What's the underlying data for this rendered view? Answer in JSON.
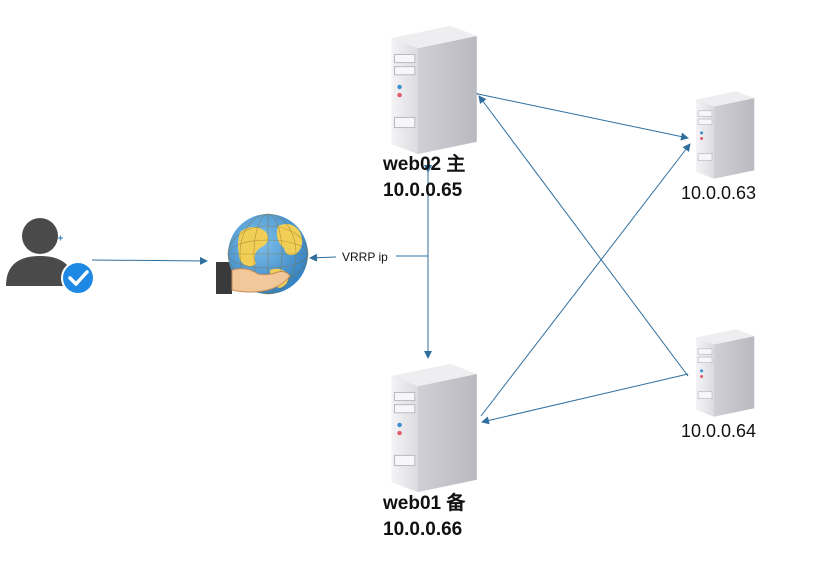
{
  "nodes": {
    "web02": {
      "name": "web02 主",
      "ip": "10.0.0.65"
    },
    "web01": {
      "name": "web01 备",
      "ip": "10.0.0.66"
    },
    "db63": {
      "ip": "10.0.0.63"
    },
    "db64": {
      "ip": "10.0.0.64"
    }
  },
  "edges": {
    "vip_label": "VRRP ip"
  },
  "icons": {
    "user": "user-verified-icon",
    "vip": "globe-in-hand-icon",
    "server": "server-tower-icon"
  },
  "colors": {
    "edge": "#2f6f9f",
    "server_body": "#e7e7ea",
    "server_side": "#c9c9cf",
    "user": "#4a4a4a",
    "check": "#1e88e5",
    "globe_water": "#3a8fd0",
    "globe_land": "#f1cf56",
    "hand": "#f2c89a"
  }
}
